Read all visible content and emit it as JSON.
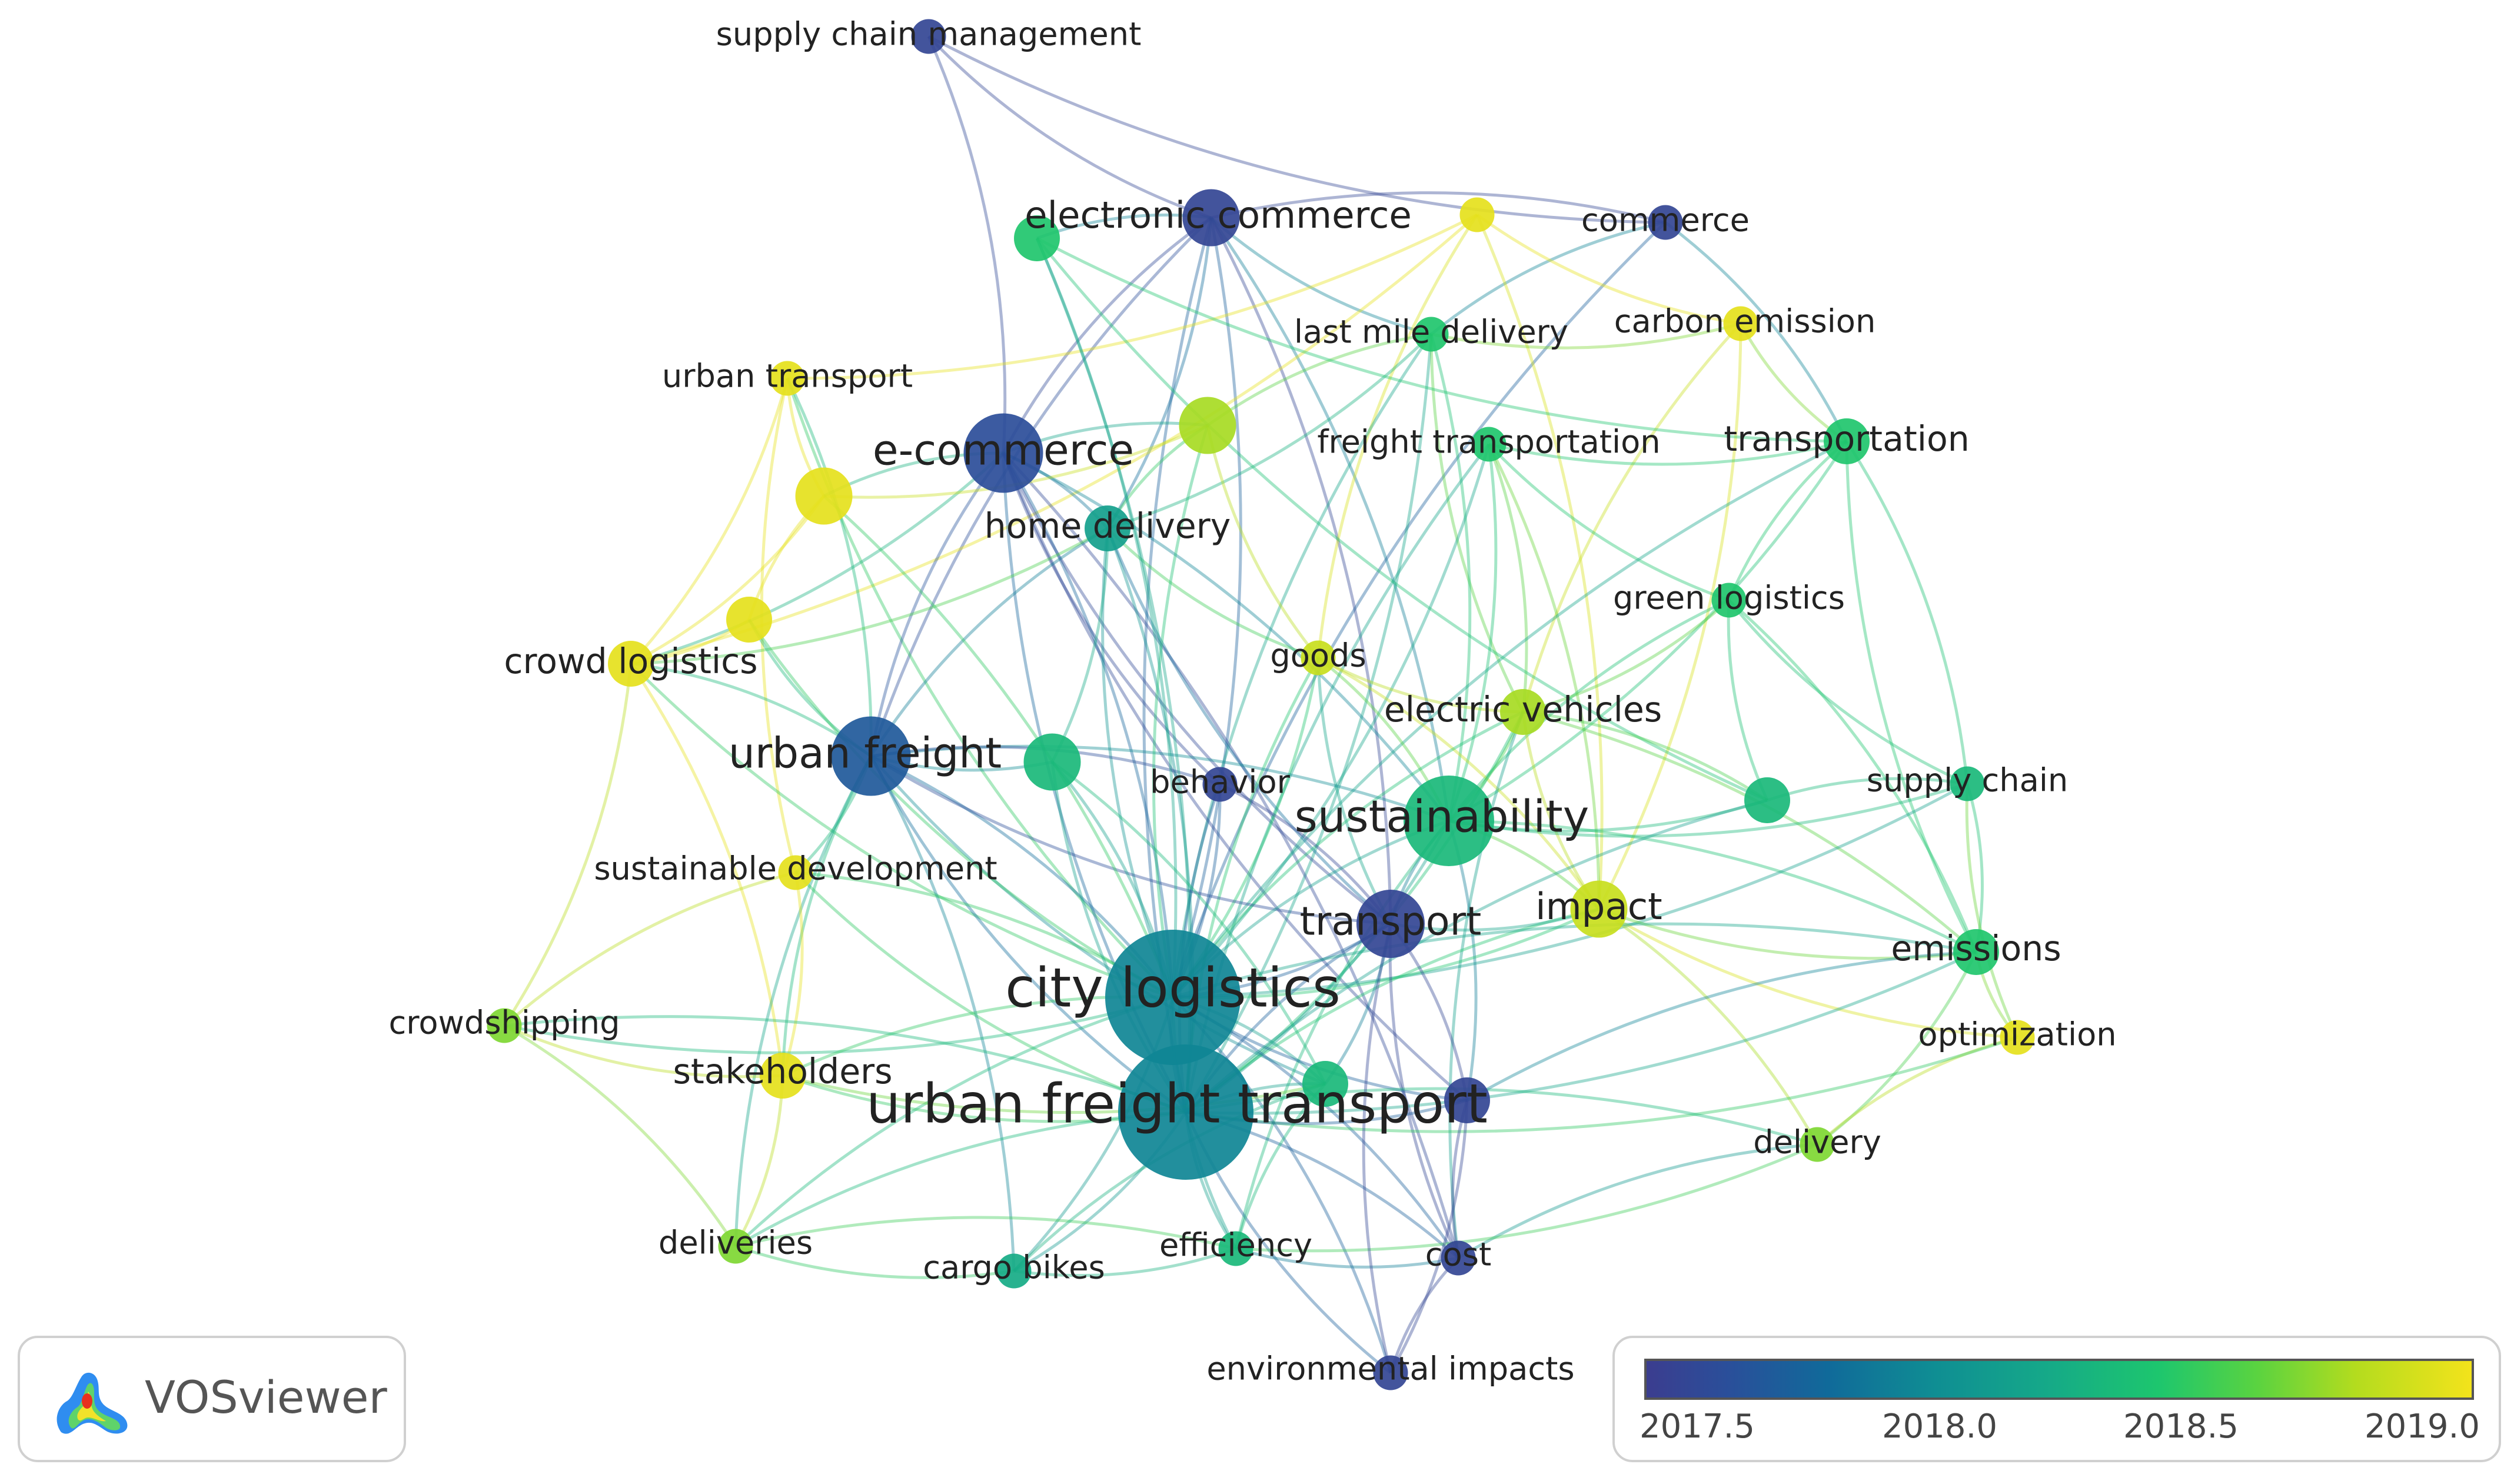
{
  "diagram": {
    "nodes": [
      {
        "id": "supply_chain_management",
        "label": "supply chain management",
        "year": 2017.4,
        "size": 1
      },
      {
        "id": "electronic_commerce",
        "label": "electronic commerce",
        "year": 2017.4,
        "size": 3
      },
      {
        "id": "commerce",
        "label": "commerce",
        "year": 2017.4,
        "size": 1
      },
      {
        "id": "carbon_emission",
        "label": "carbon emission",
        "year": 2019.0,
        "size": 1
      },
      {
        "id": "last_mile_delivery",
        "label": "last mile delivery",
        "year": 2018.4,
        "size": 1
      },
      {
        "id": "urban_transport",
        "label": "urban transport",
        "year": 2019.0,
        "size": 1
      },
      {
        "id": "e_commerce",
        "label": "e-commerce",
        "year": 2017.5,
        "size": 5
      },
      {
        "id": "freight_transportation",
        "label": "freight transportation",
        "year": 2018.4,
        "size": 1
      },
      {
        "id": "transportation",
        "label": "transportation",
        "year": 2018.4,
        "size": 2
      },
      {
        "id": "home_delivery",
        "label": "home delivery",
        "year": 2018.1,
        "size": 2
      },
      {
        "id": "green_logistics",
        "label": "green logistics",
        "year": 2018.4,
        "size": 1
      },
      {
        "id": "crowd_logistics",
        "label": "crowd logistics",
        "year": 2019.0,
        "size": 2
      },
      {
        "id": "goods",
        "label": "goods",
        "year": 2018.9,
        "size": 1
      },
      {
        "id": "electric_vehicles",
        "label": "electric vehicles",
        "year": 2018.8,
        "size": 2
      },
      {
        "id": "urban_freight",
        "label": "urban freight",
        "year": 2017.6,
        "size": 5
      },
      {
        "id": "behavior",
        "label": "behavior",
        "year": 2017.4,
        "size": 1
      },
      {
        "id": "sustainability",
        "label": "sustainability",
        "year": 2018.3,
        "size": 6
      },
      {
        "id": "supply_chain",
        "label": "supply chain",
        "year": 2018.3,
        "size": 1
      },
      {
        "id": "sustainable_development",
        "label": "sustainable development",
        "year": 2019.0,
        "size": 1
      },
      {
        "id": "impact",
        "label": "impact",
        "year": 2018.9,
        "size": 3
      },
      {
        "id": "transport",
        "label": "transport",
        "year": 2017.4,
        "size": 4
      },
      {
        "id": "emissions",
        "label": "emissions",
        "year": 2018.4,
        "size": 2
      },
      {
        "id": "city_logistics",
        "label": "city logistics",
        "year": 2017.9,
        "size": 10
      },
      {
        "id": "crowdshipping",
        "label": "crowdshipping",
        "year": 2018.7,
        "size": 1
      },
      {
        "id": "optimization",
        "label": "optimization",
        "year": 2019.0,
        "size": 1
      },
      {
        "id": "stakeholders",
        "label": "stakeholders",
        "year": 2019.0,
        "size": 2
      },
      {
        "id": "urban_freight_transport",
        "label": "urban freight transport",
        "year": 2017.9,
        "size": 10
      },
      {
        "id": "delivery",
        "label": "delivery",
        "year": 2018.7,
        "size": 1
      },
      {
        "id": "deliveries",
        "label": "deliveries",
        "year": 2018.7,
        "size": 1
      },
      {
        "id": "cargo_bikes",
        "label": "cargo bikes",
        "year": 2018.2,
        "size": 1
      },
      {
        "id": "efficiency",
        "label": "efficiency",
        "year": 2018.3,
        "size": 1
      },
      {
        "id": "cost",
        "label": "cost",
        "year": 2017.4,
        "size": 1
      },
      {
        "id": "environmental_impacts",
        "label": "environmental impacts",
        "year": 2017.4,
        "size": 1
      },
      {
        "id": "unlabeled_1",
        "label": "",
        "year": 2018.4,
        "size": 2
      },
      {
        "id": "unlabeled_2",
        "label": "",
        "year": 2019.0,
        "size": 1
      },
      {
        "id": "unlabeled_3",
        "label": "",
        "year": 2018.8,
        "size": 3
      },
      {
        "id": "unlabeled_4",
        "label": "",
        "year": 2019.0,
        "size": 3
      },
      {
        "id": "unlabeled_5",
        "label": "",
        "year": 2019.0,
        "size": 2
      },
      {
        "id": "unlabeled_6",
        "label": "",
        "year": 2018.3,
        "size": 3
      },
      {
        "id": "unlabeled_7",
        "label": "",
        "year": 2018.3,
        "size": 2
      },
      {
        "id": "unlabeled_8",
        "label": "",
        "year": 2018.3,
        "size": 2
      },
      {
        "id": "unlabeled_9",
        "label": "",
        "year": 2017.4,
        "size": 2
      }
    ],
    "edges": [
      [
        "supply_chain_management",
        "electronic_commerce"
      ],
      [
        "supply_chain_management",
        "e_commerce"
      ],
      [
        "supply_chain_management",
        "commerce"
      ],
      [
        "electronic_commerce",
        "commerce"
      ],
      [
        "electronic_commerce",
        "e_commerce"
      ],
      [
        "electronic_commerce",
        "city_logistics"
      ],
      [
        "electronic_commerce",
        "urban_freight_transport"
      ],
      [
        "electronic_commerce",
        "home_delivery"
      ],
      [
        "electronic_commerce",
        "urban_freight"
      ],
      [
        "electronic_commerce",
        "transport"
      ],
      [
        "electronic_commerce",
        "last_mile_delivery"
      ],
      [
        "electronic_commerce",
        "sustainability"
      ],
      [
        "commerce",
        "city_logistics"
      ],
      [
        "commerce",
        "transportation"
      ],
      [
        "commerce",
        "last_mile_delivery"
      ],
      [
        "unlabeled_2",
        "urban_transport"
      ],
      [
        "unlabeled_2",
        "carbon_emission"
      ],
      [
        "unlabeled_2",
        "impact"
      ],
      [
        "unlabeled_2",
        "goods"
      ],
      [
        "unlabeled_2",
        "crowd_logistics"
      ],
      [
        "carbon_emission",
        "transportation"
      ],
      [
        "carbon_emission",
        "last_mile_delivery"
      ],
      [
        "carbon_emission",
        "electric_vehicles"
      ],
      [
        "carbon_emission",
        "impact"
      ],
      [
        "last_mile_delivery",
        "city_logistics"
      ],
      [
        "last_mile_delivery",
        "urban_freight_transport"
      ],
      [
        "last_mile_delivery",
        "electric_vehicles"
      ],
      [
        "last_mile_delivery",
        "home_delivery"
      ],
      [
        "last_mile_delivery",
        "unlabeled_3"
      ],
      [
        "last_mile_delivery",
        "sustainability"
      ],
      [
        "urban_transport",
        "city_logistics"
      ],
      [
        "urban_transport",
        "crowd_logistics"
      ],
      [
        "urban_transport",
        "unlabeled_4"
      ],
      [
        "urban_transport",
        "urban_freight"
      ],
      [
        "urban_transport",
        "sustainable_development"
      ],
      [
        "e_commerce",
        "city_logistics"
      ],
      [
        "e_commerce",
        "urban_freight_transport"
      ],
      [
        "e_commerce",
        "home_delivery"
      ],
      [
        "e_commerce",
        "urban_freight"
      ],
      [
        "e_commerce",
        "crowd_logistics"
      ],
      [
        "e_commerce",
        "transport"
      ],
      [
        "e_commerce",
        "sustainability"
      ],
      [
        "e_commerce",
        "unlabeled_4"
      ],
      [
        "e_commerce",
        "unlabeled_3"
      ],
      [
        "e_commerce",
        "behavior"
      ],
      [
        "e_commerce",
        "cost"
      ],
      [
        "e_commerce",
        "unlabeled_9"
      ],
      [
        "freight_transportation",
        "city_logistics"
      ],
      [
        "freight_transportation",
        "urban_freight_transport"
      ],
      [
        "freight_transportation",
        "sustainability"
      ],
      [
        "freight_transportation",
        "green_logistics"
      ],
      [
        "freight_transportation",
        "electric_vehicles"
      ],
      [
        "freight_transportation",
        "transportation"
      ],
      [
        "freight_transportation",
        "impact"
      ],
      [
        "transportation",
        "green_logistics"
      ],
      [
        "transportation",
        "supply_chain"
      ],
      [
        "transportation",
        "emissions"
      ],
      [
        "transportation",
        "sustainability"
      ],
      [
        "transportation",
        "city_logistics"
      ],
      [
        "transportation",
        "unlabeled_1"
      ],
      [
        "home_delivery",
        "city_logistics"
      ],
      [
        "home_delivery",
        "urban_freight_transport"
      ],
      [
        "home_delivery",
        "urban_freight"
      ],
      [
        "home_delivery",
        "unlabeled_3"
      ],
      [
        "home_delivery",
        "goods"
      ],
      [
        "home_delivery",
        "crowd_logistics"
      ],
      [
        "home_delivery",
        "transport"
      ],
      [
        "home_delivery",
        "unlabeled_6"
      ],
      [
        "green_logistics",
        "sustainability"
      ],
      [
        "green_logistics",
        "electric_vehicles"
      ],
      [
        "green_logistics",
        "supply_chain"
      ],
      [
        "green_logistics",
        "emissions"
      ],
      [
        "green_logistics",
        "unlabeled_7"
      ],
      [
        "crowd_logistics",
        "crowdshipping"
      ],
      [
        "crowd_logistics",
        "city_logistics"
      ],
      [
        "crowd_logistics",
        "urban_freight"
      ],
      [
        "crowd_logistics",
        "unlabeled_5"
      ],
      [
        "crowd_logistics",
        "stakeholders"
      ],
      [
        "crowd_logistics",
        "unlabeled_4"
      ],
      [
        "goods",
        "city_logistics"
      ],
      [
        "goods",
        "urban_freight_transport"
      ],
      [
        "goods",
        "sustainability"
      ],
      [
        "goods",
        "electric_vehicles"
      ],
      [
        "goods",
        "impact"
      ],
      [
        "goods",
        "transport"
      ],
      [
        "electric_vehicles",
        "sustainability"
      ],
      [
        "electric_vehicles",
        "city_logistics"
      ],
      [
        "electric_vehicles",
        "urban_freight_transport"
      ],
      [
        "electric_vehicles",
        "impact"
      ],
      [
        "electric_vehicles",
        "emissions"
      ],
      [
        "electric_vehicles",
        "cost"
      ],
      [
        "urban_freight",
        "city_logistics"
      ],
      [
        "urban_freight",
        "urban_freight_transport"
      ],
      [
        "urban_freight",
        "sustainability"
      ],
      [
        "urban_freight",
        "transport"
      ],
      [
        "urban_freight",
        "sustainable_development"
      ],
      [
        "urban_freight",
        "stakeholders"
      ],
      [
        "urban_freight",
        "unlabeled_5"
      ],
      [
        "urban_freight",
        "unlabeled_6"
      ],
      [
        "urban_freight",
        "cargo_bikes"
      ],
      [
        "urban_freight",
        "unlabeled_8"
      ],
      [
        "urban_freight",
        "behavior"
      ],
      [
        "urban_freight",
        "deliveries"
      ],
      [
        "behavior",
        "city_logistics"
      ],
      [
        "behavior",
        "urban_freight_transport"
      ],
      [
        "behavior",
        "transport"
      ],
      [
        "sustainability",
        "city_logistics"
      ],
      [
        "sustainability",
        "urban_freight_transport"
      ],
      [
        "sustainability",
        "transport"
      ],
      [
        "sustainability",
        "impact"
      ],
      [
        "sustainability",
        "unlabeled_7"
      ],
      [
        "sustainability",
        "emissions"
      ],
      [
        "sustainability",
        "supply_chain"
      ],
      [
        "sustainability",
        "unlabeled_9"
      ],
      [
        "sustainability",
        "efficiency"
      ],
      [
        "supply_chain",
        "emissions"
      ],
      [
        "supply_chain",
        "unlabeled_7"
      ],
      [
        "supply_chain",
        "city_logistics"
      ],
      [
        "supply_chain",
        "optimization"
      ],
      [
        "sustainable_development",
        "city_logistics"
      ],
      [
        "sustainable_development",
        "urban_freight_transport"
      ],
      [
        "sustainable_development",
        "stakeholders"
      ],
      [
        "sustainable_development",
        "crowdshipping"
      ],
      [
        "impact",
        "city_logistics"
      ],
      [
        "impact",
        "urban_freight_transport"
      ],
      [
        "impact",
        "transport"
      ],
      [
        "impact",
        "emissions"
      ],
      [
        "impact",
        "delivery"
      ],
      [
        "impact",
        "optimization"
      ],
      [
        "transport",
        "city_logistics"
      ],
      [
        "transport",
        "urban_freight_transport"
      ],
      [
        "transport",
        "unlabeled_9"
      ],
      [
        "transport",
        "cost"
      ],
      [
        "transport",
        "unlabeled_8"
      ],
      [
        "emissions",
        "optimization"
      ],
      [
        "emissions",
        "delivery"
      ],
      [
        "emissions",
        "city_logistics"
      ],
      [
        "emissions",
        "urban_freight_transport"
      ],
      [
        "city_logistics",
        "urban_freight_transport"
      ],
      [
        "city_logistics",
        "crowdshipping"
      ],
      [
        "city_logistics",
        "stakeholders"
      ],
      [
        "city_logistics",
        "unlabeled_8"
      ],
      [
        "city_logistics",
        "unlabeled_9"
      ],
      [
        "city_logistics",
        "cargo_bikes"
      ],
      [
        "city_logistics",
        "efficiency"
      ],
      [
        "city_logistics",
        "cost"
      ],
      [
        "city_logistics",
        "deliveries"
      ],
      [
        "city_logistics",
        "environmental_impacts"
      ],
      [
        "city_logistics",
        "unlabeled_6"
      ],
      [
        "city_logistics",
        "unlabeled_5"
      ],
      [
        "city_logistics",
        "unlabeled_4"
      ],
      [
        "city_logistics",
        "unlabeled_3"
      ],
      [
        "city_logistics",
        "unlabeled_1"
      ],
      [
        "crowdshipping",
        "deliveries"
      ],
      [
        "crowdshipping",
        "stakeholders"
      ],
      [
        "crowdshipping",
        "urban_freight_transport"
      ],
      [
        "optimization",
        "delivery"
      ],
      [
        "optimization",
        "urban_freight_transport"
      ],
      [
        "stakeholders",
        "urban_freight_transport"
      ],
      [
        "stakeholders",
        "deliveries"
      ],
      [
        "stakeholders",
        "unlabeled_8"
      ],
      [
        "urban_freight_transport",
        "delivery"
      ],
      [
        "urban_freight_transport",
        "deliveries"
      ],
      [
        "urban_freight_transport",
        "cargo_bikes"
      ],
      [
        "urban_freight_transport",
        "efficiency"
      ],
      [
        "urban_freight_transport",
        "cost"
      ],
      [
        "urban_freight_transport",
        "environmental_impacts"
      ],
      [
        "urban_freight_transport",
        "unlabeled_8"
      ],
      [
        "urban_freight_transport",
        "unlabeled_9"
      ],
      [
        "urban_freight_transport",
        "unlabeled_6"
      ],
      [
        "urban_freight_transport",
        "unlabeled_1"
      ],
      [
        "urban_freight_transport",
        "unlabeled_7"
      ],
      [
        "delivery",
        "cost"
      ],
      [
        "delivery",
        "efficiency"
      ],
      [
        "deliveries",
        "cargo_bikes"
      ],
      [
        "deliveries",
        "efficiency"
      ],
      [
        "cargo_bikes",
        "efficiency"
      ],
      [
        "cargo_bikes",
        "unlabeled_8"
      ],
      [
        "efficiency",
        "cost"
      ],
      [
        "efficiency",
        "unlabeled_8"
      ],
      [
        "cost",
        "environmental_impacts"
      ],
      [
        "cost",
        "unlabeled_9"
      ],
      [
        "environmental_impacts",
        "unlabeled_9"
      ],
      [
        "environmental_impacts",
        "transport"
      ],
      [
        "unlabeled_1",
        "unlabeled_7"
      ],
      [
        "unlabeled_1",
        "electronic_commerce"
      ],
      [
        "unlabeled_3",
        "goods"
      ],
      [
        "unlabeled_3",
        "unlabeled_4"
      ],
      [
        "unlabeled_4",
        "unlabeled_5"
      ],
      [
        "unlabeled_6",
        "unlabeled_8"
      ],
      [
        "unlabeled_7",
        "electric_vehicles"
      ],
      [
        "unlabeled_9",
        "emissions"
      ]
    ]
  },
  "legend": {
    "ticks": [
      "2017.5",
      "2018.0",
      "2018.5",
      "2019.0"
    ],
    "tick_values": [
      2017.5,
      2018.0,
      2018.5,
      2019.0
    ],
    "range": [
      2017.3,
      2019.05
    ],
    "gradient_colors": [
      "#3b3d8f",
      "#2a4f9a",
      "#106a9a",
      "#0f8e93",
      "#15a889",
      "#1dc66e",
      "#5ad340",
      "#b4dc1e",
      "#f3e31b"
    ]
  },
  "logo": {
    "text": "VOSviewer"
  }
}
